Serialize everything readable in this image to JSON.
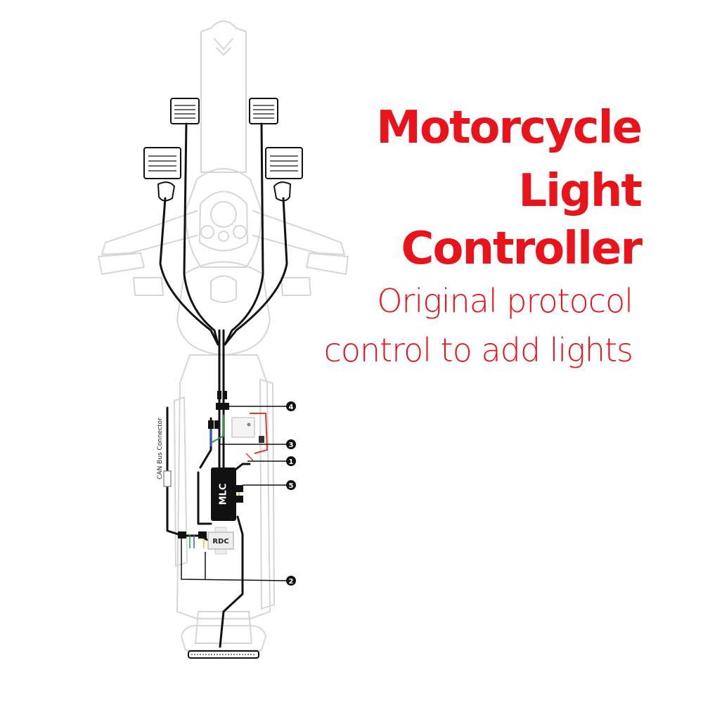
{
  "title": {
    "line1": "Motorcycle",
    "line2": "Light",
    "line3": "Controller"
  },
  "subtitle": {
    "line1": "Original protocol",
    "line2": "control to add lights"
  },
  "modules": {
    "mlc": "MLC",
    "rdc": "RDC"
  },
  "connector_label": "CAN Bus Connector",
  "callouts": {
    "c1": "1",
    "c2": "2",
    "c3": "3",
    "c4": "4",
    "c5": "5"
  },
  "colors": {
    "title": "#e8131b",
    "wire": "#111111",
    "bike_outline": "#d6d6d6",
    "wire_green": "#2a9a3a",
    "wire_blue": "#2a5bd7",
    "wire_red": "#e03a2a",
    "wire_yellow": "#e8c21a"
  }
}
